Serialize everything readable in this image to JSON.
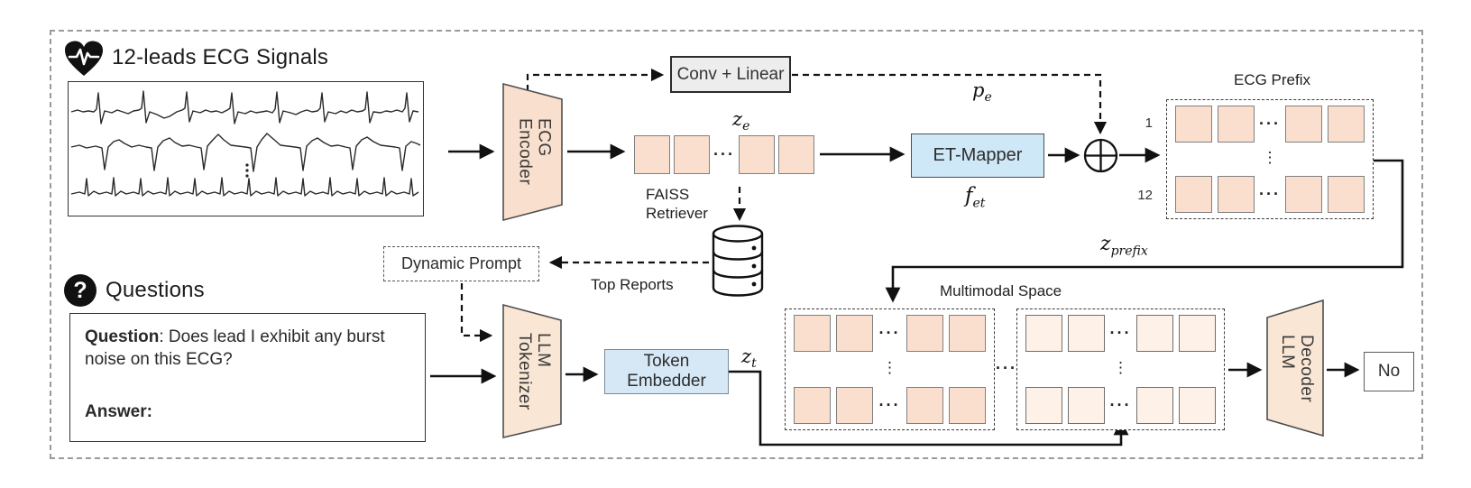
{
  "header": {
    "ecg_title": "12-leads ECG Signals",
    "questions_title": "Questions",
    "question_mark": "?"
  },
  "blocks": {
    "ecg_encoder": "ECG\nEncoder",
    "conv_linear": "Conv + Linear",
    "et_mapper": "ET-Mapper",
    "llm_tokenizer": "LLM\nTokenizer",
    "token_embedder": "Token\nEmbedder",
    "llm_decoder": "LLM\nDecoder",
    "dynamic_prompt": "Dynamic Prompt",
    "output_answer": "No"
  },
  "labels": {
    "faiss_retriever": "FAISS\nRetriever",
    "top_reports": "Top Reports",
    "ecg_prefix": "ECG Prefix",
    "multimodal_space": "Multimodal Space",
    "row_first": "1",
    "row_last": "12",
    "ellipsis_h": "···",
    "ellipsis_v": "⋮"
  },
  "math": {
    "z_e": {
      "base": "z",
      "sub": "e"
    },
    "p_e": {
      "base": "p",
      "sub": "e"
    },
    "f_et": {
      "base": "f",
      "sub": "et"
    },
    "z_prefix": {
      "base": "z",
      "sub": "prefix"
    },
    "z_t": {
      "base": "z",
      "sub": "t"
    }
  },
  "question_box": {
    "question_label": "Question",
    "question_text": ": Does lead I exhibit any burst noise on this ECG?",
    "answer_label": "Answer:"
  },
  "colors": {
    "token_peach": "#fbdfce",
    "token_cream": "#fdf1e8",
    "trapezoid_fill": "#f9dfcd",
    "mapper_blue": "#cfe8f7",
    "embedder_blue": "#d6e8f6",
    "conv_gray": "#ededed",
    "line_black": "#111111",
    "frame_gray": "#9a9a9a"
  }
}
